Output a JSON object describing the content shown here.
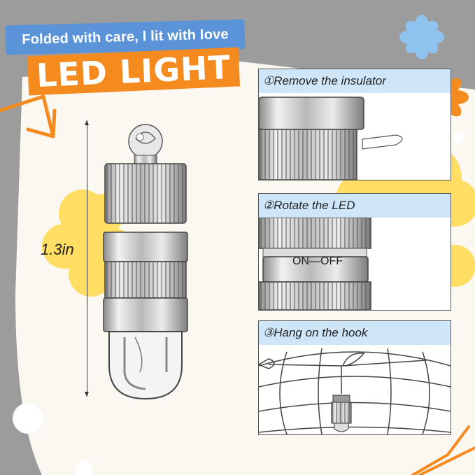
{
  "banner": {
    "tagline": "Folded with care, l lit with love",
    "title": "LED LIGHT"
  },
  "dimension": {
    "label": "1.3in"
  },
  "steps": [
    {
      "label": "①Remove the insulator"
    },
    {
      "label": "②Rotate the LED",
      "switch_label": "ON—OFF"
    },
    {
      "label": "③Hang on the hook"
    }
  ],
  "colors": {
    "background": "#9c9c9c",
    "card": "#fbf7f1",
    "tagline_banner": "#5b93d8",
    "title_banner": "#f58a1f",
    "accent_orange": "#f58a1f",
    "accent_blue": "#8ec3f0",
    "flower_yellow": "#ffde63",
    "panel_header": "#cfe6f8"
  },
  "icons": [
    "blue-flower-icon",
    "orange-flower-icon",
    "yellow-flower-icon",
    "orange-arrow-icon",
    "led-bulb-icon",
    "lantern-icon"
  ]
}
